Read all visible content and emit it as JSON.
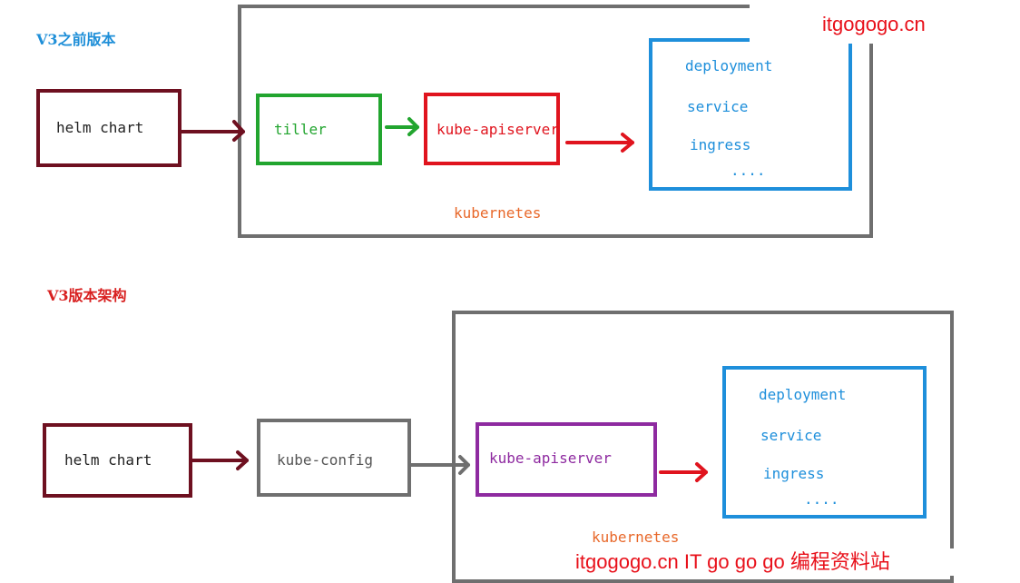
{
  "colors": {
    "maroon": "#6e1020",
    "green": "#22a52f",
    "red": "#e0141e",
    "blue": "#1e8fdb",
    "gray": "#6f6f6f",
    "purple": "#8e2aa0",
    "orange": "#e8682a",
    "title_blue": "#1f8fd8",
    "title_red": "#d82020",
    "watermark_red": "#e8101a"
  },
  "watermark_top": "itgogogo.cn",
  "watermark_bottom": "itgogogo.cn IT go go go 编程资料站",
  "v2": {
    "title": "V3之前版本",
    "helm_chart": "helm chart",
    "tiller": "tiller",
    "kube_apiserver": "kube-apiserver",
    "resources": [
      "deployment",
      "service",
      "ingress",
      "...."
    ],
    "cluster_label": "kubernetes"
  },
  "v3": {
    "title": "V3版本架构",
    "helm_chart": "helm chart",
    "kube_config": "kube-config",
    "kube_apiserver": "kube-apiserver",
    "resources": [
      "deployment",
      "service",
      "ingress",
      "...."
    ],
    "cluster_label": "kubernetes"
  }
}
